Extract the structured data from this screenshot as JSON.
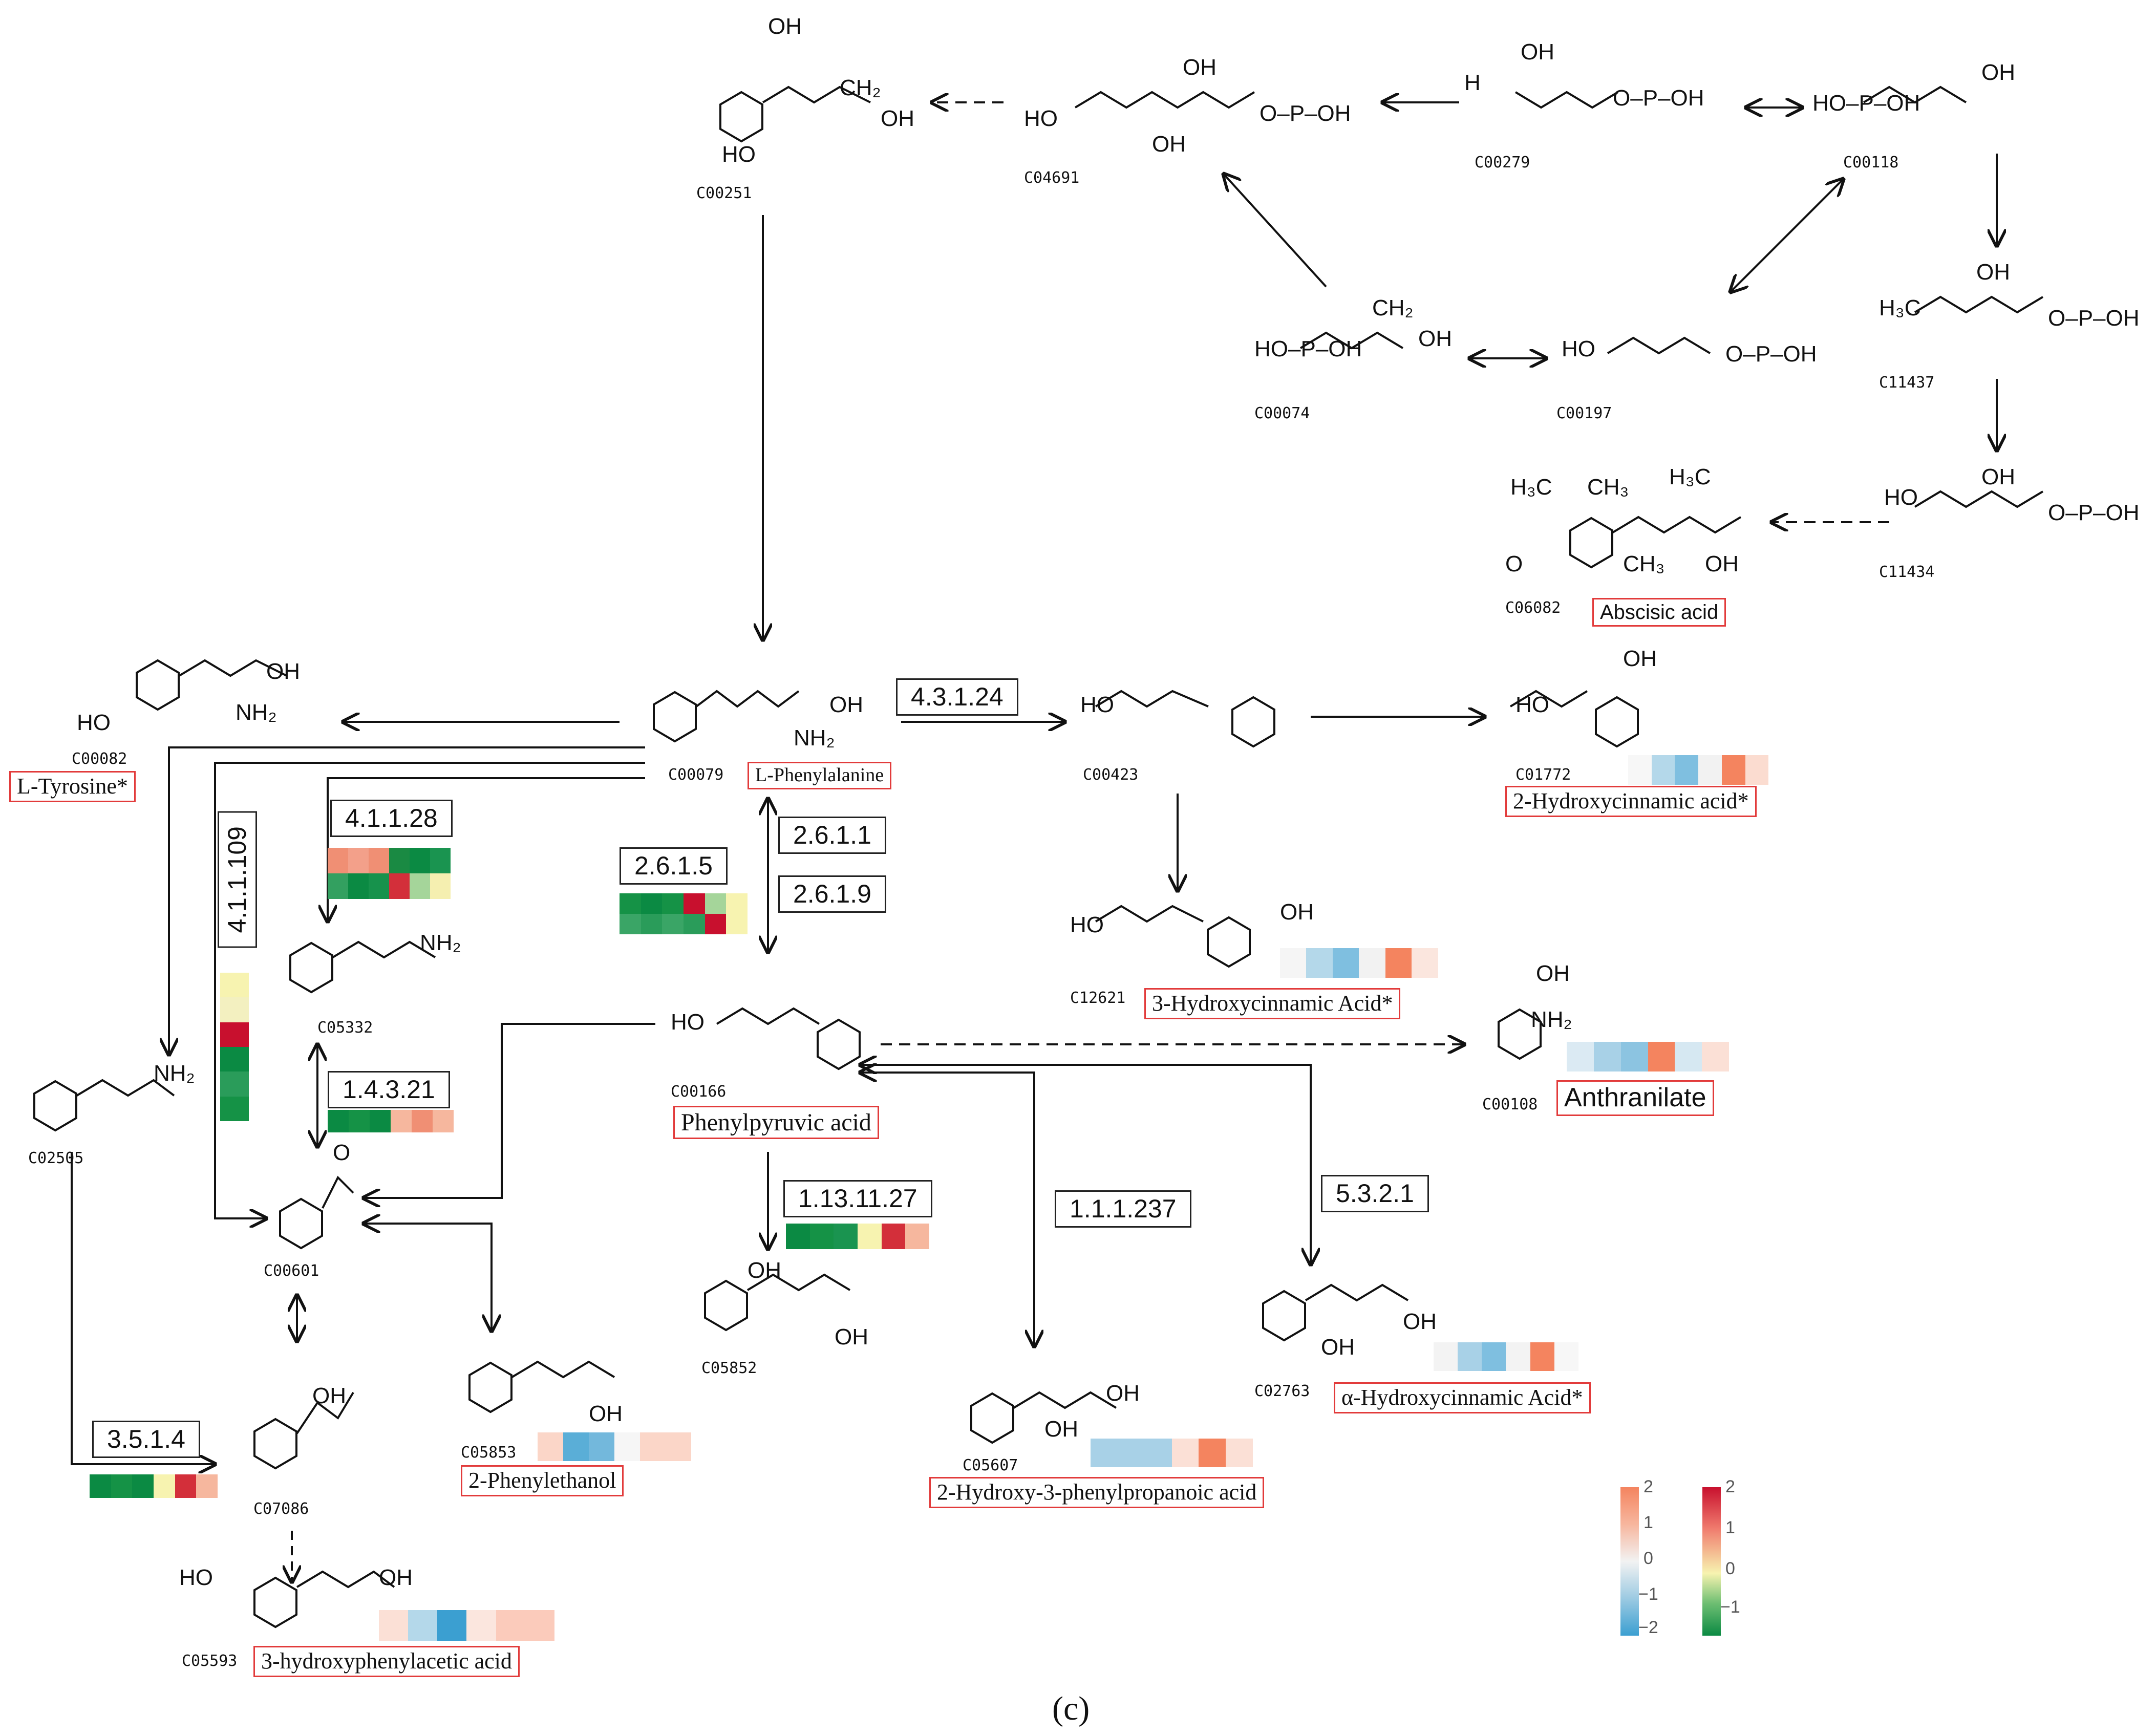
{
  "compounds": {
    "c00251": "C00251",
    "c04691": "C04691",
    "c00279": "C00279",
    "c00118": "C00118",
    "c00074": "C00074",
    "c00197": "C00197",
    "c11437": "C11437",
    "c11434": "C11434",
    "c06082": "C06082",
    "c00082": "C00082",
    "c00079": "C00079",
    "c00423": "C00423",
    "c01772": "C01772",
    "c05332": "C05332",
    "c12621": "C12621",
    "c00166": "C00166",
    "c00108": "C00108",
    "c02505": "C02505",
    "c00601": "C00601",
    "c05852": "C05852",
    "c02763": "C02763",
    "c07086": "C07086",
    "c05853": "C05853",
    "c05607": "C05607",
    "c05593": "C05593"
  },
  "names": {
    "abscisic": "Abscisic acid",
    "tyrosine": "L-Tyrosine*",
    "phenylalanine": "L-Phenylalanine",
    "hydroxycinnamic2": "2-Hydroxycinnamic acid*",
    "hydroxycinnamic3": "3-Hydroxycinnamic Acid*",
    "phenylpyruvic": "Phenylpyruvic acid",
    "anthranilate": "Anthranilate",
    "alphahydroxy": "α-Hydroxycinnamic Acid*",
    "phenylethanol": "2-Phenylethanol",
    "hydroxyphenylpropanoic": "2-Hydroxy-3-phenylpropanoic acid",
    "hydroxyphenylacetic": "3-hydroxyphenylacetic acid"
  },
  "enzymes": {
    "e43124": "4.3.1.24",
    "e41128": "4.1.1.28",
    "e41109": "4.1.1.109",
    "e2611": "2.6.1.1",
    "e2615": "2.6.1.5",
    "e2619": "2.6.1.9",
    "e14321": "1.4.3.21",
    "e1131127": "1.13.11.27",
    "e111237": "1.1.1.237",
    "e5321": "5.3.2.1",
    "e3514": "3.5.1.4"
  },
  "chem": {
    "oh": "OH",
    "ho": "HO",
    "nh2": "NH₂",
    "ch2": "CH₂",
    "ch3": "CH₃",
    "h3c": "H₃C",
    "o": "O",
    "p": "P",
    "h": "H",
    "ho_p_oh": "HO–P–OH",
    "opoh": "O–P–OH"
  },
  "legend": {
    "metabolite_colors": [
      "#f4845f",
      "#f7b69e",
      "#f2f2f2",
      "#9ccae2",
      "#3b9fd1"
    ],
    "gene_colors": [
      "#c8102e",
      "#f07c6e",
      "#f7f3b0",
      "#6fbf73",
      "#0b8a43"
    ],
    "metabolite_ticks": [
      "2",
      "1",
      "0",
      "−1",
      "−2"
    ],
    "gene_ticks": [
      "2",
      "1",
      "0",
      "−1"
    ]
  },
  "caption": "(c)"
}
